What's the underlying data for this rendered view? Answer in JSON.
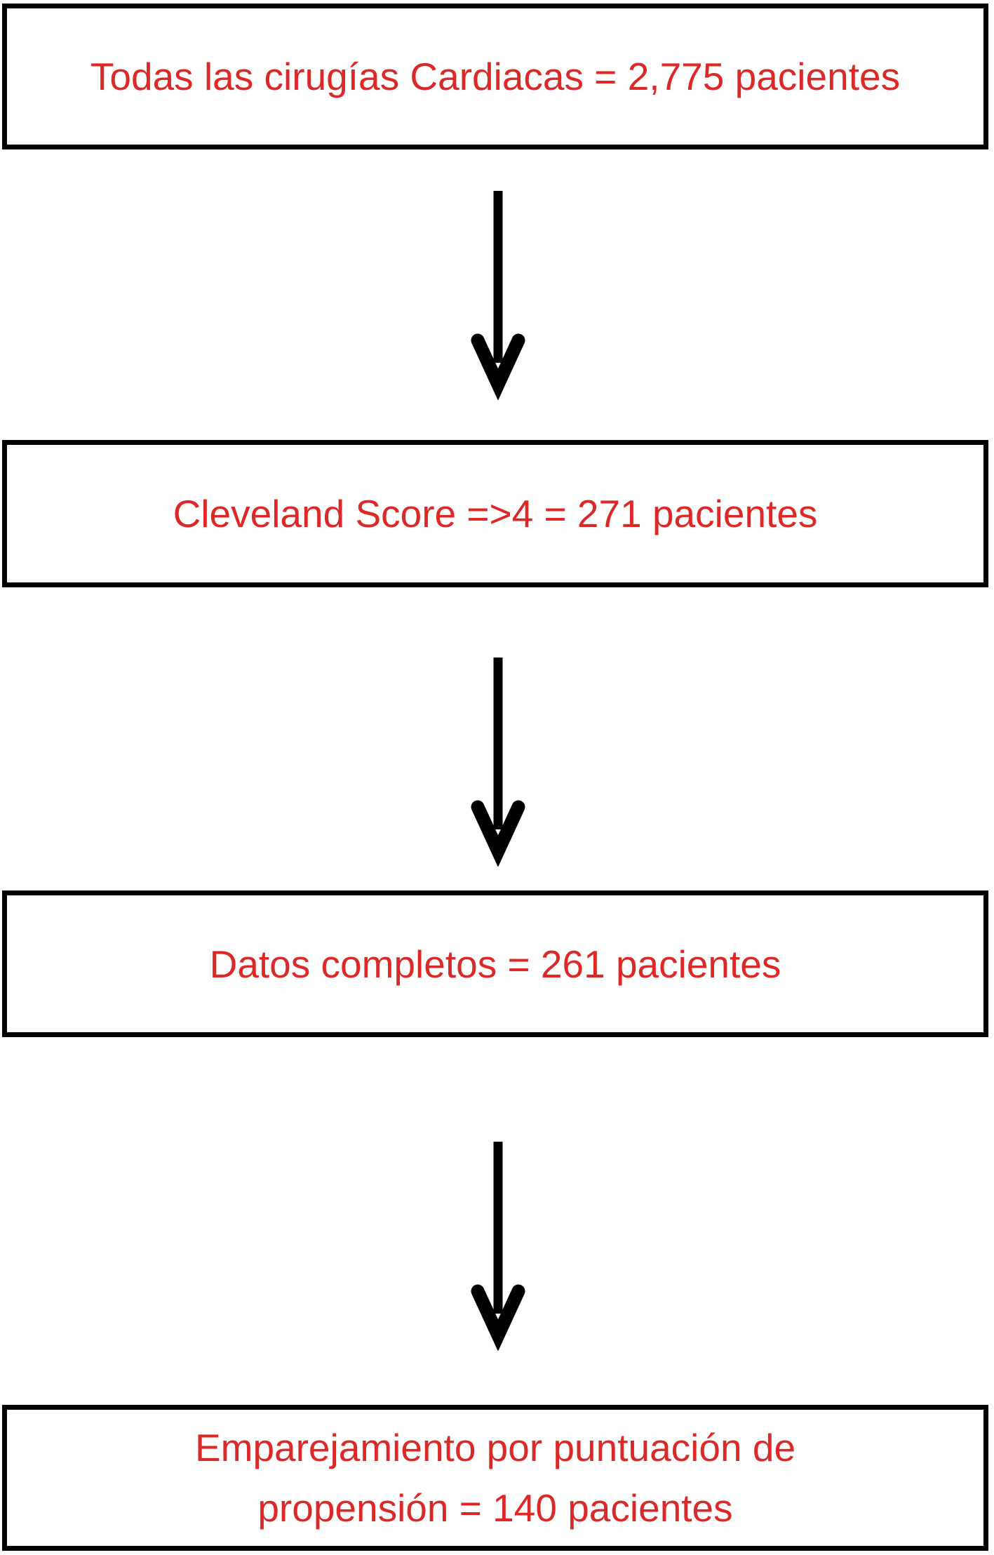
{
  "figure": {
    "type": "flowchart",
    "colors": {
      "text": "#DC2827",
      "box_border": "#000000",
      "arrow": "#000000",
      "background": "#FFFFFF"
    },
    "boxes": [
      {
        "lines": [
          "Todas las cirugías Cardiacas = 2,775 pacientes"
        ]
      },
      {
        "lines": [
          "Cleveland Score =>4 = 271 pacientes"
        ]
      },
      {
        "lines": [
          "Datos completos = 261 pacientes"
        ]
      },
      {
        "lines": [
          "Emparejamiento por puntuación de",
          "propensión = 140 pacientes"
        ]
      }
    ],
    "connectors": [
      {
        "from": 0,
        "to": 1,
        "icon": "down-arrow"
      },
      {
        "from": 1,
        "to": 2,
        "icon": "down-arrow"
      },
      {
        "from": 2,
        "to": 3,
        "icon": "down-arrow"
      }
    ]
  }
}
